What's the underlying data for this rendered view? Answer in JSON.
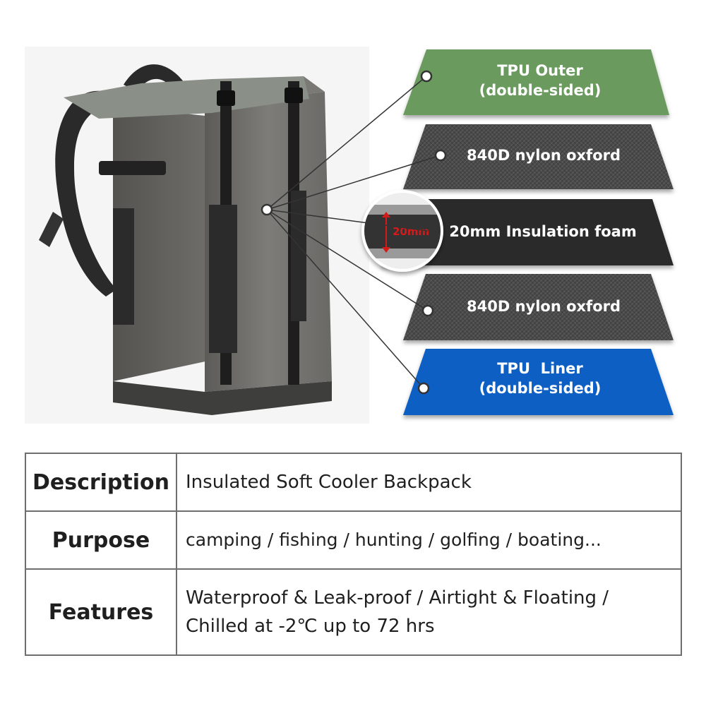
{
  "layers": [
    {
      "label": "TPU Outer",
      "sublabel": "(double-sided)",
      "color": "#6b9a5d"
    },
    {
      "label": "840D nylon oxford",
      "color": "#4a4a4a"
    },
    {
      "label": "20mm Insulation foam",
      "color": "#2a2a2a",
      "callout": "20mm"
    },
    {
      "label": "840D nylon oxford",
      "color": "#4a4a4a"
    },
    {
      "label": "TPU  Liner",
      "sublabel": "(double-sided)",
      "color": "#0f5fc4"
    }
  ],
  "specs": [
    {
      "label": "Description",
      "value": "Insulated Soft Cooler Backpack"
    },
    {
      "label": "Purpose",
      "value": "camping / fishing / hunting / golfing / boating..."
    },
    {
      "label": "Features",
      "value": "Waterproof & Leak-proof / Airtight & Floating /",
      "value2": "Chilled at -2℃ up to 72 hrs"
    }
  ]
}
